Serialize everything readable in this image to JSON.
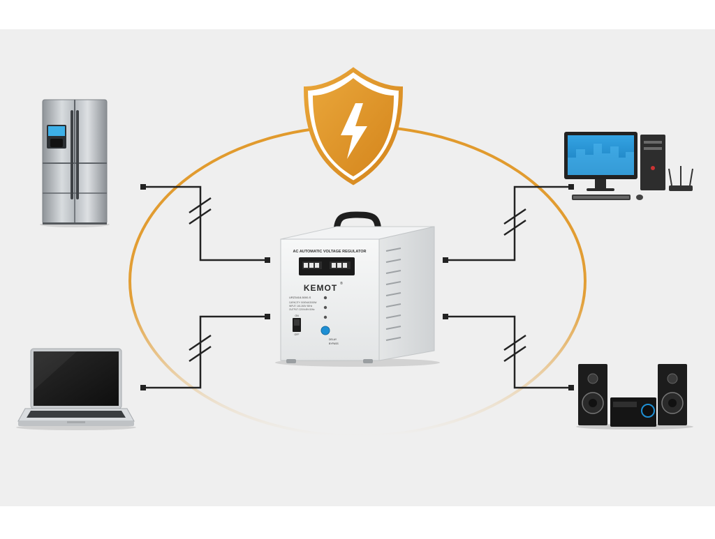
{
  "diagram": {
    "center_device": {
      "brand": "KEMOT",
      "registered": "®",
      "panel_title": "AC AUTOMATIC VOLTAGE REGULATOR",
      "model": "URZ3418-5000-S",
      "spec_lines": [
        "CAPACITY: 5000VA/3000W",
        "INPUT: 140-260V 50Hz",
        "OUTPUT: 220V±8% 50Hz"
      ],
      "switch_on": "ON",
      "switch_off": "OFF",
      "button_labels": [
        "DELAY",
        "BYPASS"
      ]
    },
    "devices": [
      {
        "id": "refrigerator",
        "icon": "refrigerator-icon"
      },
      {
        "id": "laptop",
        "icon": "laptop-icon"
      },
      {
        "id": "desktop-computer",
        "icon": "desktop-computer-icon"
      },
      {
        "id": "stereo-system",
        "icon": "speaker-icon"
      }
    ],
    "protection_icon": "shield-lightning-icon",
    "colors": {
      "accent": "#E19A2C",
      "background": "#EFEFEF",
      "wire": "#222222",
      "screen": "#1E8FD4"
    }
  }
}
